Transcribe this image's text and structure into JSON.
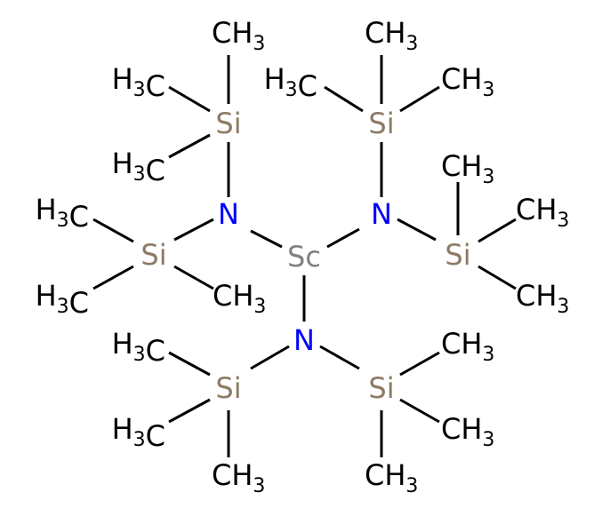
{
  "colors": {
    "background": "#ffffff",
    "bond": "#000000",
    "carbon": "#000000",
    "nitrogen": "#0000ff",
    "silicon": "#8c7b66",
    "scandium": "#808080"
  },
  "molecule": {
    "atoms": {
      "sc": "Sc",
      "n1": "N",
      "n2": "N",
      "n3": "N",
      "si1": "Si",
      "si2": "Si",
      "si3": "Si",
      "si4": "Si",
      "si5": "Si",
      "si6": "Si"
    },
    "methyl_label": "CH3",
    "methyl_label_left": "H3C"
  }
}
